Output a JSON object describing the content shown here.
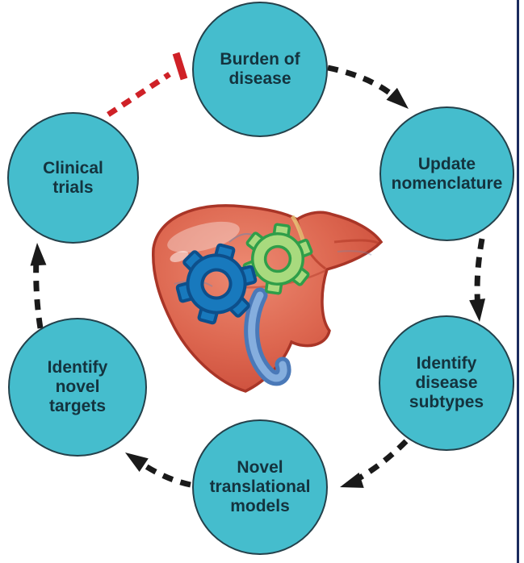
{
  "figure": {
    "type": "cycle-diagram",
    "nodes": [
      {
        "id": "burden-of-disease",
        "label": "Burden of\ndisease"
      },
      {
        "id": "update-nomenclature",
        "label": "Update\nnomenclature"
      },
      {
        "id": "identify-disease-subtypes",
        "label": "Identify\ndisease\nsubtypes"
      },
      {
        "id": "novel-translational-models",
        "label": "Novel\ntranslational\nmodels"
      },
      {
        "id": "identify-novel-targets",
        "label": "Identify\nnovel\ntargets"
      },
      {
        "id": "clinical-trials",
        "label": "Clinical\ntrials"
      }
    ],
    "edges": [
      {
        "from": "burden-of-disease",
        "to": "update-nomenclature",
        "style": "dashed-arrow",
        "color": "#1a1a1a"
      },
      {
        "from": "update-nomenclature",
        "to": "identify-disease-subtypes",
        "style": "dashed-arrow",
        "color": "#1a1a1a"
      },
      {
        "from": "identify-disease-subtypes",
        "to": "novel-translational-models",
        "style": "dashed-arrow",
        "color": "#1a1a1a"
      },
      {
        "from": "novel-translational-models",
        "to": "identify-novel-targets",
        "style": "dashed-arrow",
        "color": "#1a1a1a"
      },
      {
        "from": "identify-novel-targets",
        "to": "clinical-trials",
        "style": "dashed-arrow",
        "color": "#1a1a1a"
      },
      {
        "from": "clinical-trials",
        "to": "burden-of-disease",
        "style": "dashed-inhibition",
        "color": "#cf2127"
      }
    ],
    "center_illustration": "liver-with-gears",
    "colors": {
      "node_fill": "#45bdcd",
      "node_border": "#24414b",
      "node_text": "#14333e",
      "arrow": "#1a1a1a",
      "inhibition": "#cf2127",
      "liver": "#d95f4b",
      "gear_blue": "#1879bd",
      "gear_green": "#a8da7e",
      "right_border_line": "#1b2b5e"
    }
  }
}
